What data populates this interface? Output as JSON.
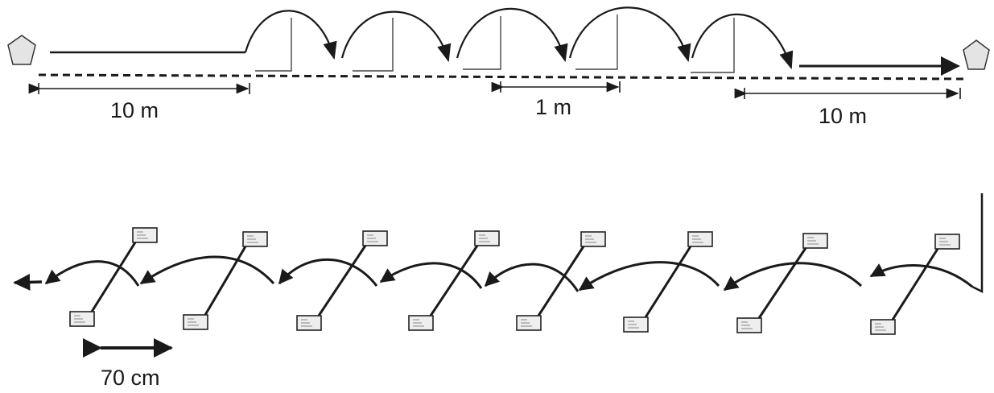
{
  "top_diagram": {
    "dim_left": "10 m",
    "dim_middle": "1 m",
    "dim_right": "10 m",
    "hop_count": 5,
    "start_marker_icon": "pentagon-cone-icon",
    "end_marker_icon": "pentagon-cone-icon"
  },
  "bottom_diagram": {
    "dim_label": "70 cm",
    "hurdle_count": 8,
    "hurdle_icon": "hurdle-block-icon"
  },
  "colors": {
    "ink": "#1a1a1a",
    "marker_fill": "#e4e4e4",
    "block_fill": "#eeeeee",
    "background": "#ffffff"
  }
}
